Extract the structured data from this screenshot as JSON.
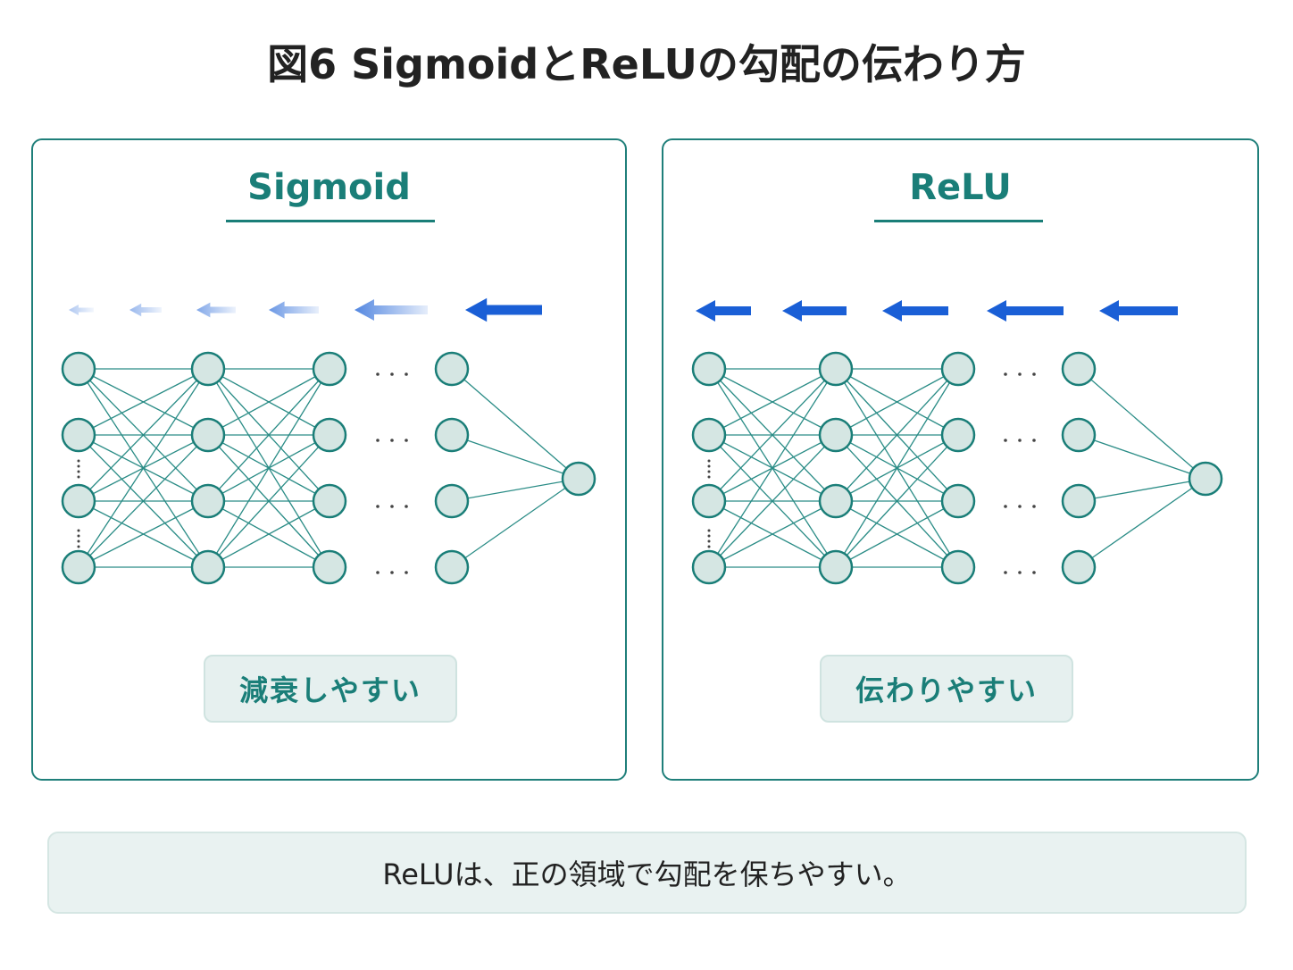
{
  "title": "図6  SigmoidとReLUの勾配の伝わり方",
  "panels": [
    {
      "title": "Sigmoid",
      "label": "減衰しやすい",
      "gradient": "vanishing"
    },
    {
      "title": "ReLU",
      "label": "伝わりやすい",
      "gradient": "preserved"
    }
  ],
  "note": "ReLUは、正の領域で勾配を保ちやすい。",
  "colors": {
    "accent": "#1a7e78",
    "arrow": "#1a5fd6",
    "node_fill": "#d5e6e3",
    "edge": "#2a8c86"
  }
}
